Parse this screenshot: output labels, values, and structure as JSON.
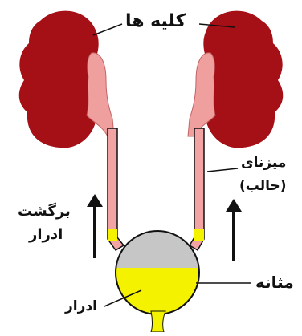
{
  "labels": {
    "kidneys": "کلیه ها",
    "ureter_line1": "میزنای",
    "ureter_line2": "(حالب)",
    "reflux_line1": "برگشت",
    "reflux_line2": "ادرار",
    "bladder": "مثانه",
    "urine": "ادرار"
  },
  "colors": {
    "kidney": "#a50f16",
    "pelvis": "#ee9f9e",
    "ureter_fill": "#f2a3a4",
    "urine": "#f5f200",
    "bladder_empty": "#c6c6c6",
    "outline": "#111111",
    "background": "#ffffff"
  }
}
